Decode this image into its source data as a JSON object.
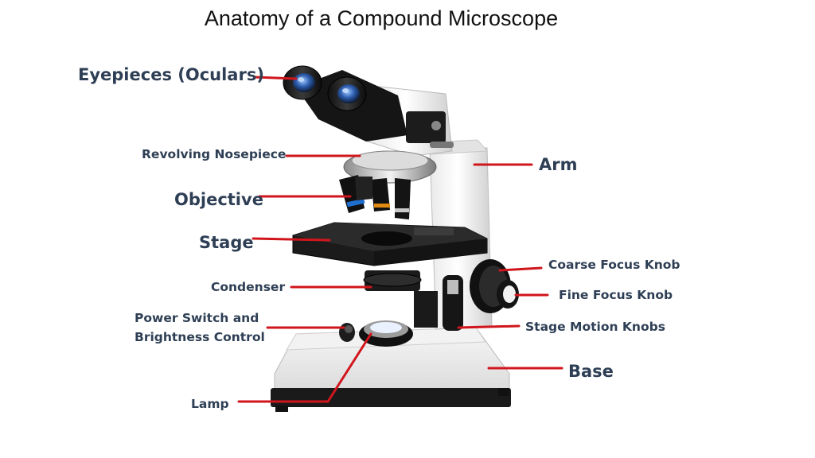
{
  "diagram": {
    "title": "Anatomy of a Compound Microscope",
    "label_color": "#2e3f55",
    "leader_color": "#d0161c",
    "labels": {
      "eyepieces": "Eyepieces (Oculars)",
      "nosepiece": "Revolving Nosepiece",
      "objective": "Objective",
      "stage": "Stage",
      "condenser": "Condenser",
      "power_line1": "Power Switch and",
      "power_line2": "Brightness Control",
      "lamp": "Lamp",
      "arm": "Arm",
      "coarse": "Coarse Focus Knob",
      "fine": "Fine Focus Knob",
      "stage_motion": "Stage Motion Knobs",
      "base": "Base"
    }
  }
}
